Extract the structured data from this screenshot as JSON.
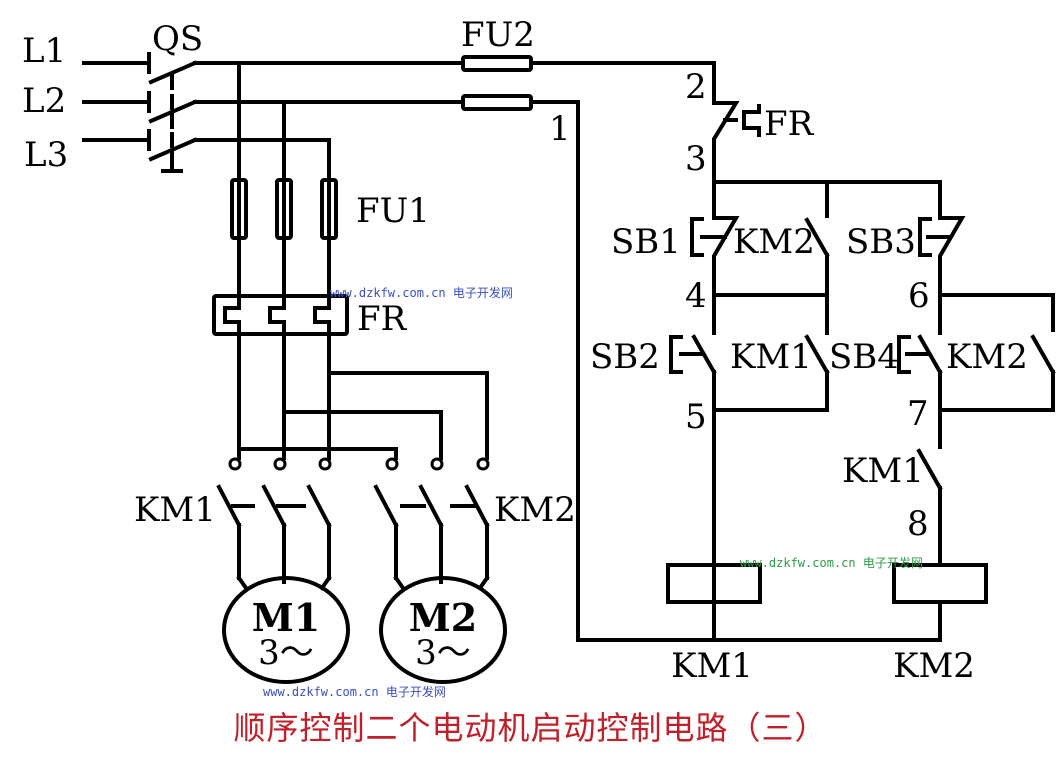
{
  "title": "顺序控制二个电动机启动控制电路（三）",
  "title_color": "#c0202a",
  "watermarks": {
    "text": "www.dzkfw.com.cn 电子开发网",
    "color_blue": "#3a4fc0",
    "color_green": "#2f9a4a"
  },
  "labels": {
    "L1": "L1",
    "L2": "L2",
    "L3": "L3",
    "QS": "QS",
    "FU1": "FU1",
    "FU2": "FU2",
    "FR_main": "FR",
    "FR_ctrl": "FR",
    "KM1_main": "KM1",
    "KM2_main": "KM2",
    "M1": "M1",
    "M2": "M2",
    "M1_phase": "3～",
    "M2_phase": "3～",
    "SB1": "SB1",
    "SB2": "SB2",
    "SB3": "SB3",
    "SB4": "SB4",
    "KM2_interlock": "KM2",
    "KM1_hold": "KM1",
    "KM2_hold": "KM2",
    "KM1_seq": "KM1",
    "KM1_coil": "KM1",
    "KM2_coil": "KM2",
    "n1": "1",
    "n2": "2",
    "n3": "3",
    "n4": "4",
    "n5": "5",
    "n6": "6",
    "n7": "7",
    "n8": "8"
  }
}
